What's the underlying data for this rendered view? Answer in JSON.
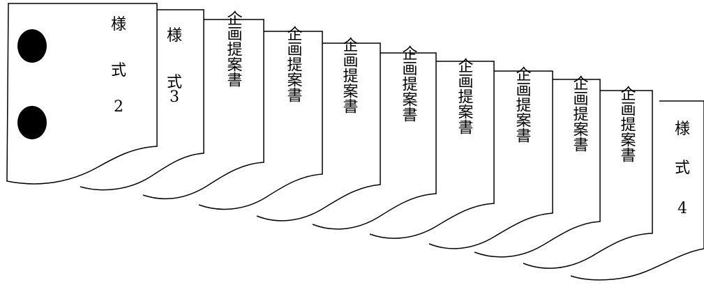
{
  "diagram": {
    "sheets": [
      {
        "label": "企画提案書"
      },
      {
        "label": "企画提案書"
      },
      {
        "label": "企画提案書"
      },
      {
        "label": "企画提案書"
      },
      {
        "label": "企画提案書"
      },
      {
        "label": "企画提案書"
      },
      {
        "label": "企画提案書"
      },
      {
        "label": "企画提案書"
      }
    ],
    "form2": {
      "label_chars": [
        "様",
        "式",
        "2"
      ]
    },
    "form3": {
      "label_chars": [
        "様",
        "式",
        "3"
      ]
    },
    "form4": {
      "label_chars": [
        "様",
        "式",
        "4"
      ]
    }
  },
  "colors": {
    "stroke": "#000000",
    "paper": "#ffffff",
    "hole": "#000000"
  }
}
